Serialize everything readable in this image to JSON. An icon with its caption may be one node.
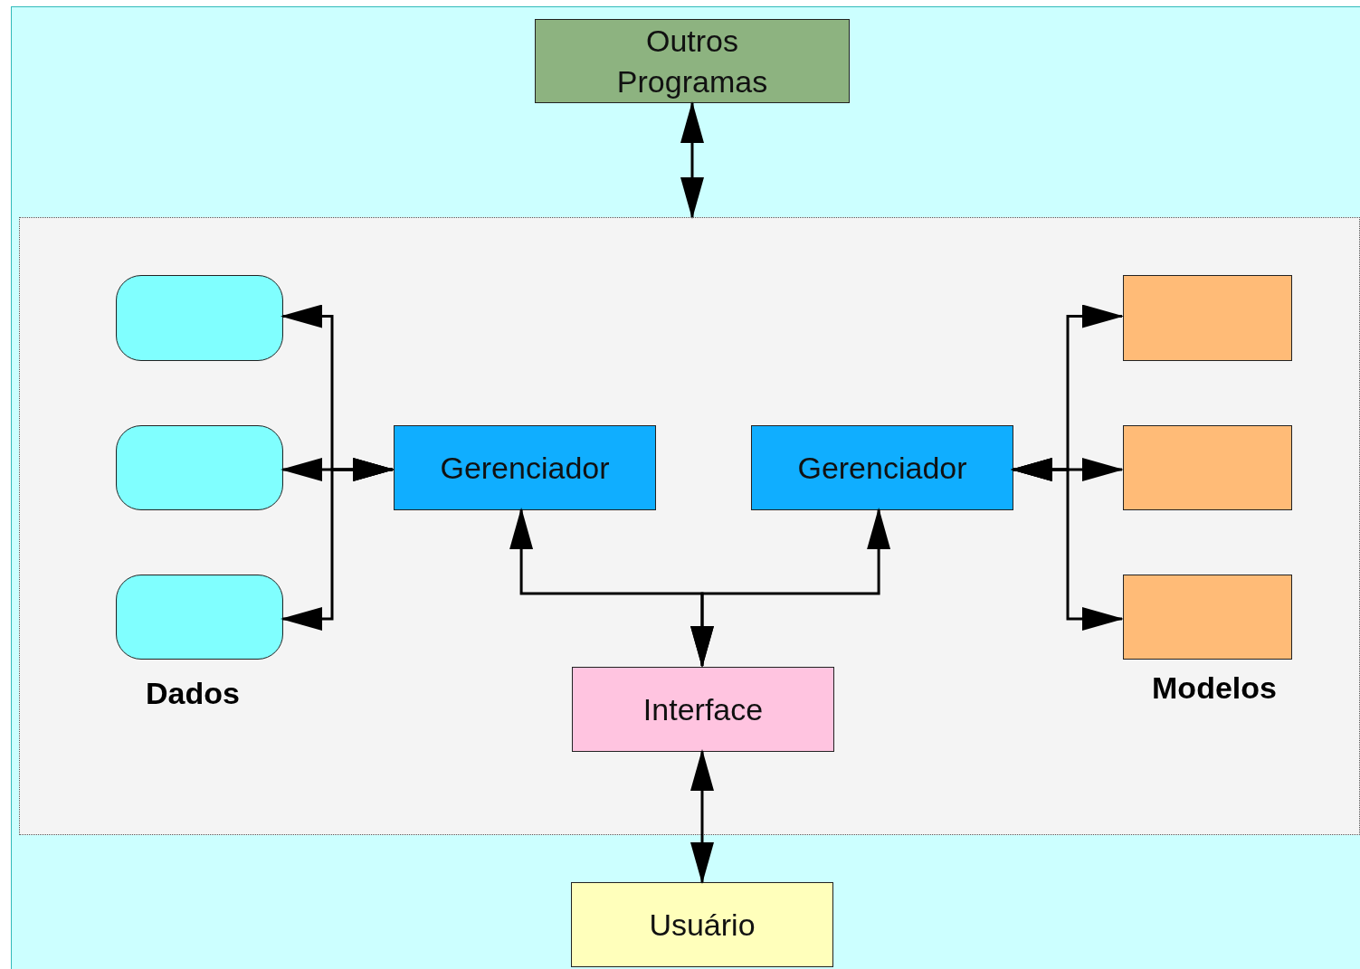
{
  "diagram": {
    "nodes": [
      {
        "text": [
          "Outros Programas"
        ]
      },
      {
        "text": [],
        "shape": "box"
      },
      {
        "text": [],
        "shape": "box",
        "in": 1
      },
      {
        "text": [],
        "shape": "box",
        "in": 1
      },
      {
        "text": [],
        "shape": "box",
        "in": 1
      },
      {
        "text": [
          "Gerenciador"
        ],
        "in": 1
      },
      {
        "text": [
          "Gerenciador"
        ],
        "in": 1
      },
      {
        "text": [],
        "shape": "box",
        "in": 1
      },
      {
        "text": [],
        "shape": "box",
        "in": 1
      },
      {
        "text": [],
        "shape": "box",
        "in": 1
      },
      {
        "text": [
          "Interface"
        ],
        "in": 1
      },
      {
        "text": [
          "Usuário"
        ]
      }
    ],
    "edges": [
      {
        "from": 0,
        "to": 1,
        "arrow": "both"
      },
      {
        "from": 5,
        "to": 2,
        "arrow": "both"
      },
      {
        "from": 5,
        "to": 3,
        "arrow": "both"
      },
      {
        "from": 5,
        "to": 4,
        "arrow": "both"
      },
      {
        "from": 6,
        "to": 7,
        "arrow": "both"
      },
      {
        "from": 6,
        "to": 8,
        "arrow": "both"
      },
      {
        "from": 6,
        "to": 9,
        "arrow": "both"
      },
      {
        "from": 10,
        "to": 5,
        "arrow": "both"
      },
      {
        "from": 10,
        "to": 6,
        "arrow": "both"
      },
      {
        "from": 10,
        "to": 11,
        "arrow": "both"
      }
    ],
    "labels": [
      "Dados",
      "Modelos"
    ]
  }
}
